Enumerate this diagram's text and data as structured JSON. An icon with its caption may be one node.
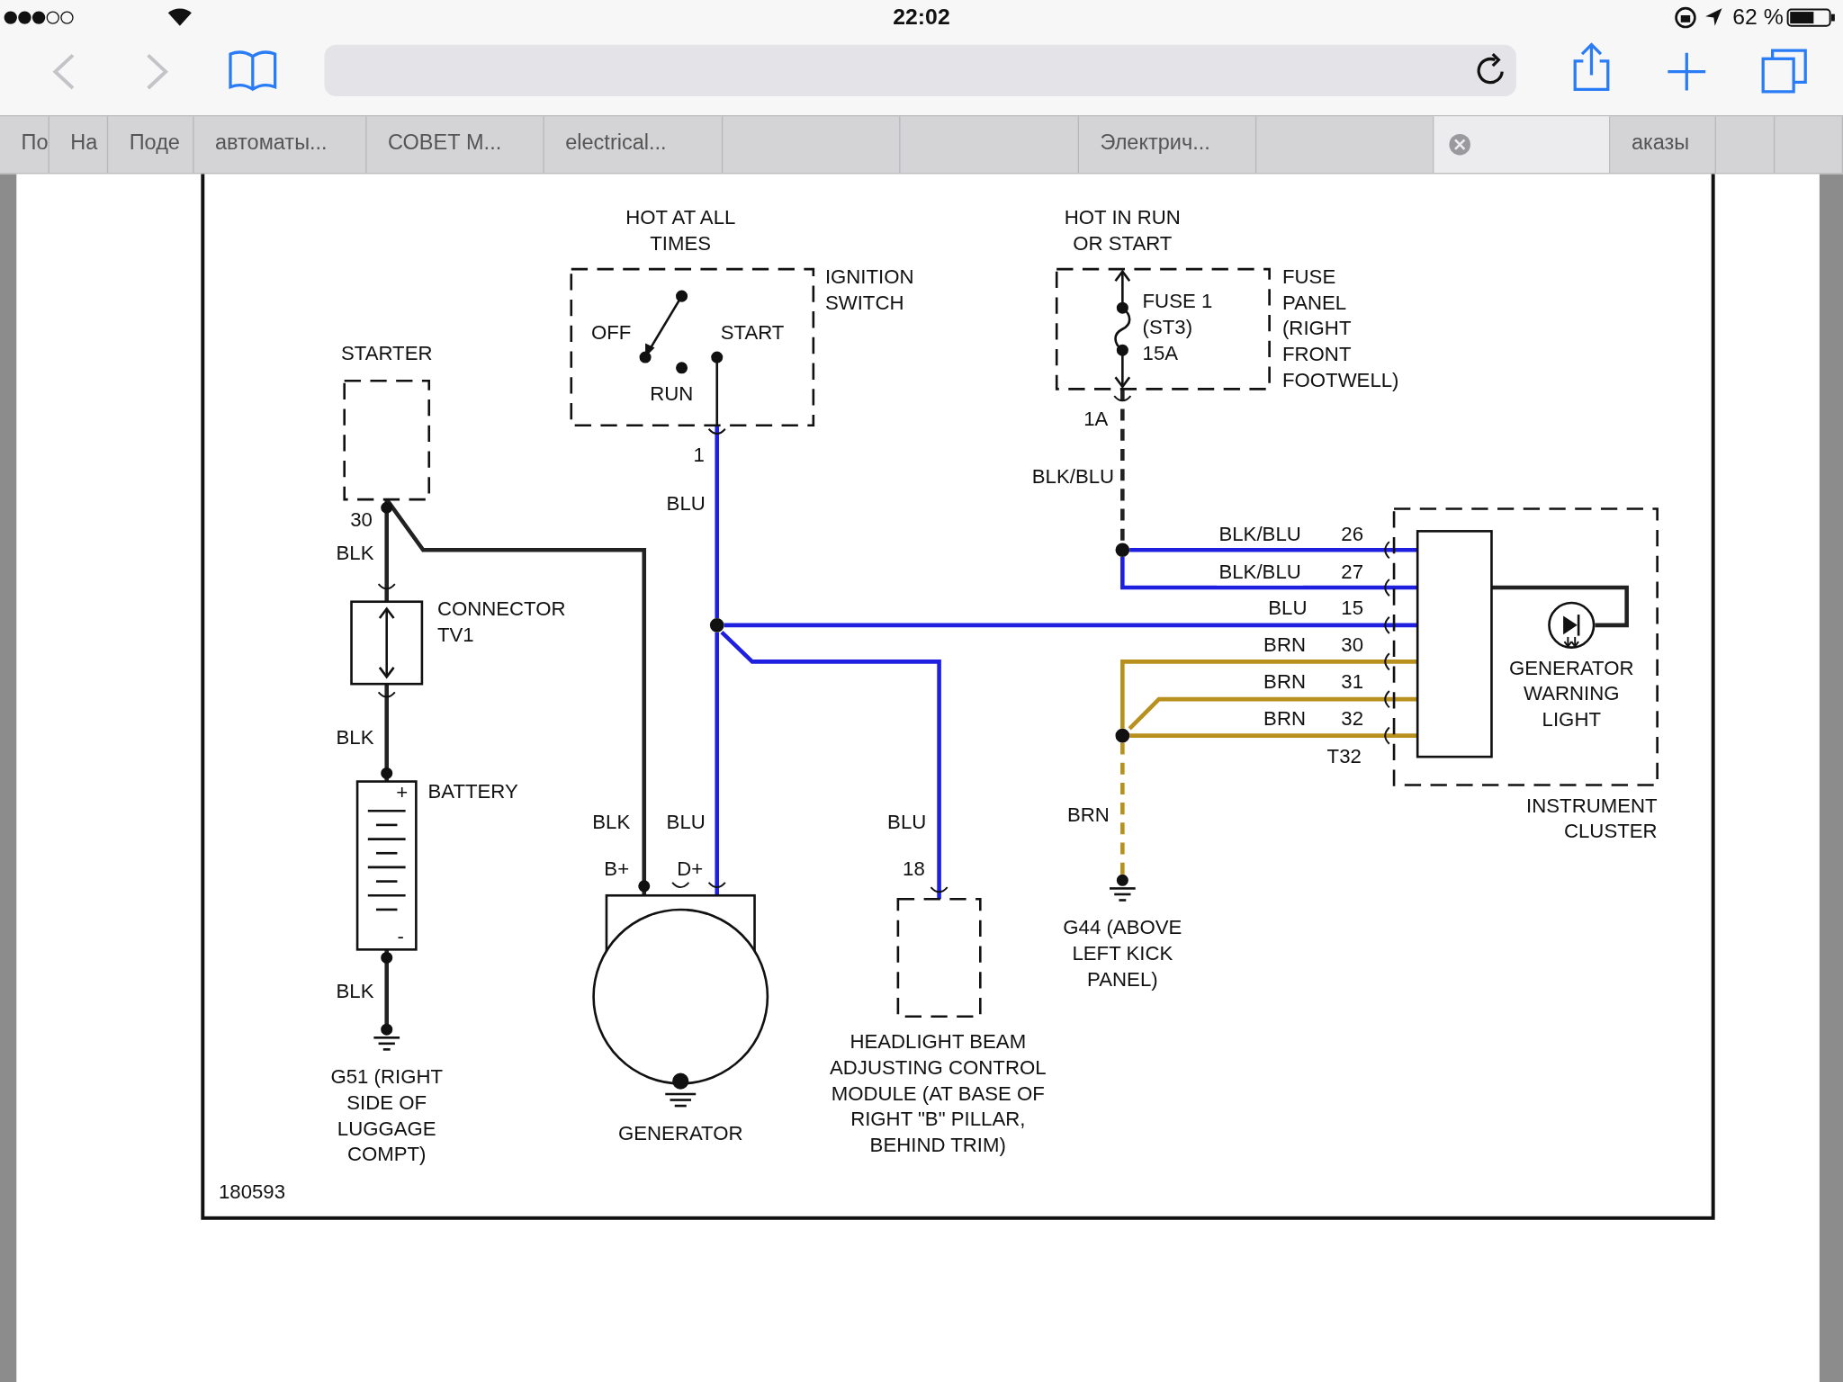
{
  "diagram": {
    "nodes": [
      {
        "text": [
          "STARTER"
        ]
      },
      {
        "text": [
          "IGNITION SWITCH",
          "OFF",
          "START",
          "RUN"
        ],
        "beside": [
          "HOT AT ALL TIMES"
        ]
      },
      {
        "text": [
          "FUSE PANEL (RIGHT FRONT FOOTWELL)"
        ],
        "beside": [
          "HOT IN RUN OR START"
        ]
      },
      {
        "text": [
          "FUSE 1 (ST3) 15A"
        ],
        "in": 2
      },
      {
        "text": [
          "CONNECTOR TV1"
        ]
      },
      {
        "text": [
          "+",
          "BATTERY",
          "-"
        ]
      },
      {
        "text": [
          "G51 (RIGHT SIDE OF LUGGAGE COMPT)"
        ]
      },
      {
        "text": [
          "GENERATOR"
        ]
      },
      {
        "text": [
          "HEADLIGHT BEAM ADJUSTING CONTROL MODULE (AT BASE OF RIGHT \"B\" PILLAR, BEHIND TRIM)"
        ]
      },
      {
        "text": [
          "G44 (ABOVE LEFT KICK PANEL)"
        ]
      },
      {
        "text": [
          "INSTRUMENT CLUSTER"
        ]
      },
      {
        "text": [],
        "shape": "box",
        "in": 10
      },
      {
        "text": [
          "GENERATOR WARNING LIGHT"
        ],
        "in": 10
      },
      {
        "text": [],
        "shape": "circle"
      },
      {
        "text": [],
        "shape": "circle"
      },
      {
        "text": [],
        "shape": "circle"
      }
    ],
    "edges": [
      {
        "from": 1,
        "to": 13,
        "arrow": "none",
        "label": "BLU",
        "color": "#1f1fe0"
      },
      {
        "from": 0,
        "to": 4,
        "arrow": "none",
        "label": "BLK",
        "color": "#222222"
      },
      {
        "from": 0,
        "to": 7,
        "arrow": "none",
        "label": "BLK",
        "color": "#222222"
      },
      {
        "from": 4,
        "to": 5,
        "arrow": "none",
        "label": "BLK",
        "color": "#222222"
      },
      {
        "from": 5,
        "to": 6,
        "arrow": "none",
        "label": "BLK",
        "color": "#222222"
      },
      {
        "from": 13,
        "to": 7,
        "arrow": "none",
        "label": "BLU",
        "color": "#1f1fe0"
      },
      {
        "from": 13,
        "to": 8,
        "arrow": "none",
        "label": "BLU",
        "color": "#1f1fe0"
      },
      {
        "from": 3,
        "to": 14,
        "arrow": "none",
        "label": "BLK/BLU",
        "style": "dashed",
        "color": "#222222"
      },
      {
        "from": 14,
        "to": 11,
        "arrow": "none",
        "label": "BLK/BLU",
        "color": "#1f1fe0"
      },
      {
        "from": 14,
        "to": 11,
        "arrow": "none",
        "label": "BLK/BLU",
        "color": "#1f1fe0"
      },
      {
        "from": 13,
        "to": 11,
        "arrow": "none",
        "label": "BLU",
        "color": "#1f1fe0"
      },
      {
        "from": 15,
        "to": 11,
        "arrow": "none",
        "label": "BRN",
        "color": "#b8901e"
      },
      {
        "from": 15,
        "to": 11,
        "arrow": "none",
        "label": "BRN",
        "color": "#b8901e"
      },
      {
        "from": 15,
        "to": 11,
        "arrow": "none",
        "label": "BRN",
        "color": "#b8901e"
      },
      {
        "from": 15,
        "to": 9,
        "arrow": "none",
        "label": "BRN",
        "style": "dashed",
        "color": "#b8901e"
      },
      {
        "from": 11,
        "to": 12,
        "arrow": "none",
        "color": "#222222"
      }
    ],
    "labels": [
      "22:02",
      "62 %",
      "По",
      "На",
      "Поде",
      "автоматы...",
      "СОВЕТ М...",
      "electrical...",
      "Электрич...",
      "аказы",
      "30",
      "1",
      "1A",
      "26",
      "27",
      "15",
      "30",
      "31",
      "32",
      "T32",
      "B+",
      "D+",
      "18",
      "180593"
    ]
  }
}
